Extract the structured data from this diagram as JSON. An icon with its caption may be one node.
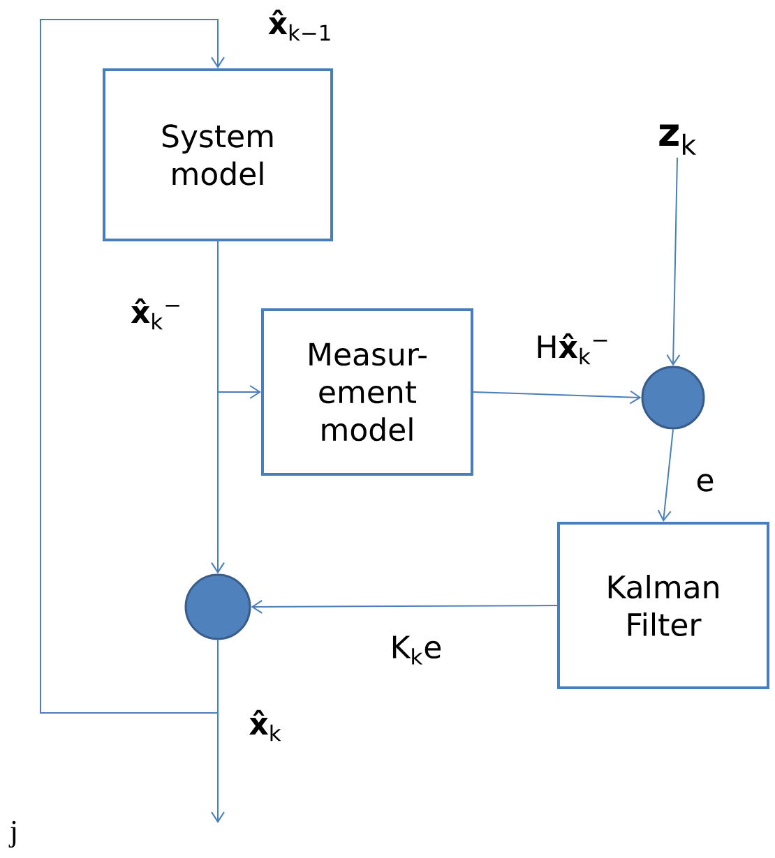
{
  "diagram": {
    "nodes": [
      {
        "text": [
          "System model"
        ]
      },
      {
        "text": [
          "Measur- ement model"
        ]
      },
      {
        "text": [
          "**z**$_{k}$"
        ]
      },
      {
        "text": [],
        "shape": "circle"
      },
      {
        "text": [
          "Kalman Filter"
        ]
      },
      {
        "text": [],
        "shape": "circle"
      }
    ],
    "edges": [
      {
        "from": 5,
        "to": 0,
        "arrow": "to",
        "label": "**x̂**$_{k−1}$"
      },
      {
        "from": 5,
        "to": null,
        "arrow": "to",
        "label": "**x̂**$_{k}$"
      },
      {
        "from": 0,
        "to": 5,
        "arrow": "to",
        "label": "**x̂**$_{k}$$^{−}$"
      },
      {
        "from": 0,
        "to": 1,
        "arrow": "to"
      },
      {
        "from": 1,
        "to": 3,
        "arrow": "to",
        "label": "H**x̂**$_{k}$$^{−}$"
      },
      {
        "from": 2,
        "to": 3,
        "arrow": "to"
      },
      {
        "from": 3,
        "to": 4,
        "arrow": "to",
        "label": "e"
      },
      {
        "from": 4,
        "to": 5,
        "arrow": "to",
        "label": "K$_{k}$e"
      }
    ],
    "labels": [
      "j"
    ]
  }
}
